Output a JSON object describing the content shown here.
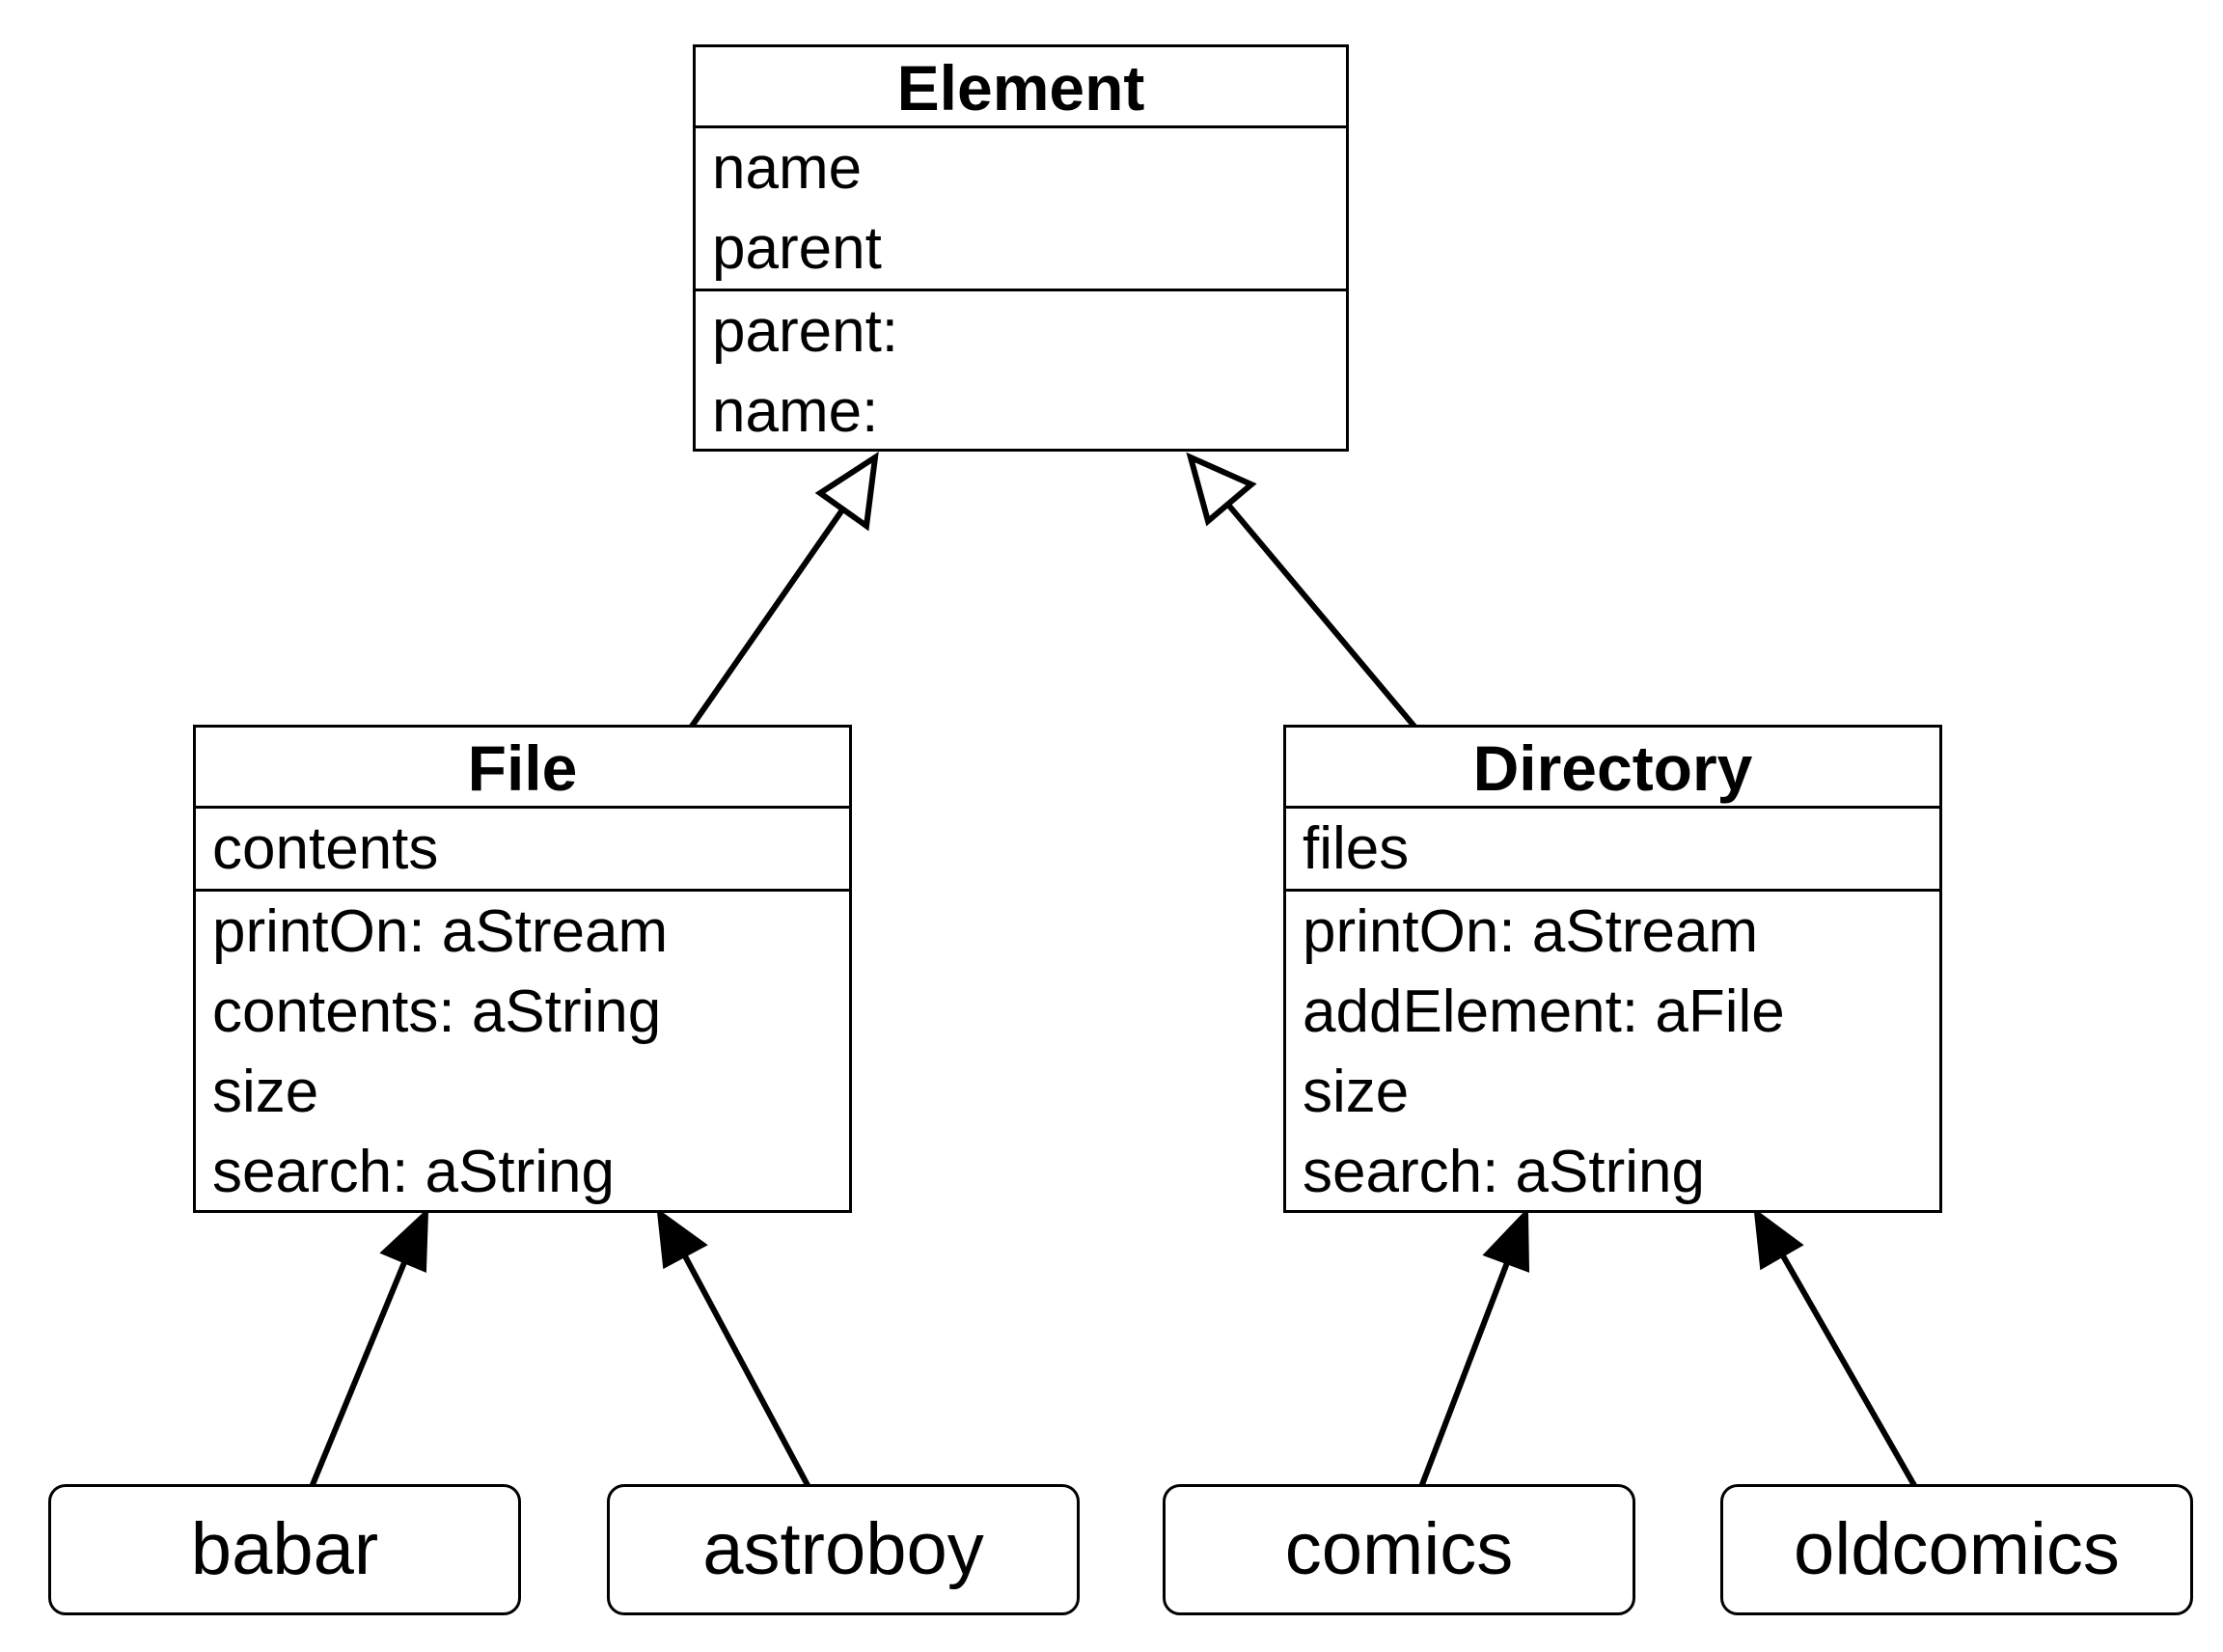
{
  "classes": {
    "element": {
      "title": "Element",
      "attributes": [
        "name",
        "parent"
      ],
      "methods": [
        "parent:",
        "name:"
      ]
    },
    "file": {
      "title": "File",
      "attributes": [
        "contents"
      ],
      "methods": [
        "printOn: aStream",
        "contents: aString",
        "size",
        "search: aString"
      ]
    },
    "directory": {
      "title": "Directory",
      "attributes": [
        "files"
      ],
      "methods": [
        "printOn: aStream",
        "addElement: aFile",
        "size",
        "search: aString"
      ]
    }
  },
  "instances": {
    "babar": "babar",
    "astroboy": "astroboy",
    "comics": "comics",
    "oldcomics": "oldcomics"
  },
  "relations": [
    {
      "from": "File",
      "to": "Element",
      "kind": "generalization"
    },
    {
      "from": "Directory",
      "to": "Element",
      "kind": "generalization"
    },
    {
      "from": "babar",
      "to": "File",
      "kind": "instance-of"
    },
    {
      "from": "astroboy",
      "to": "File",
      "kind": "instance-of"
    },
    {
      "from": "comics",
      "to": "Directory",
      "kind": "instance-of"
    },
    {
      "from": "oldcomics",
      "to": "Directory",
      "kind": "instance-of"
    }
  ]
}
